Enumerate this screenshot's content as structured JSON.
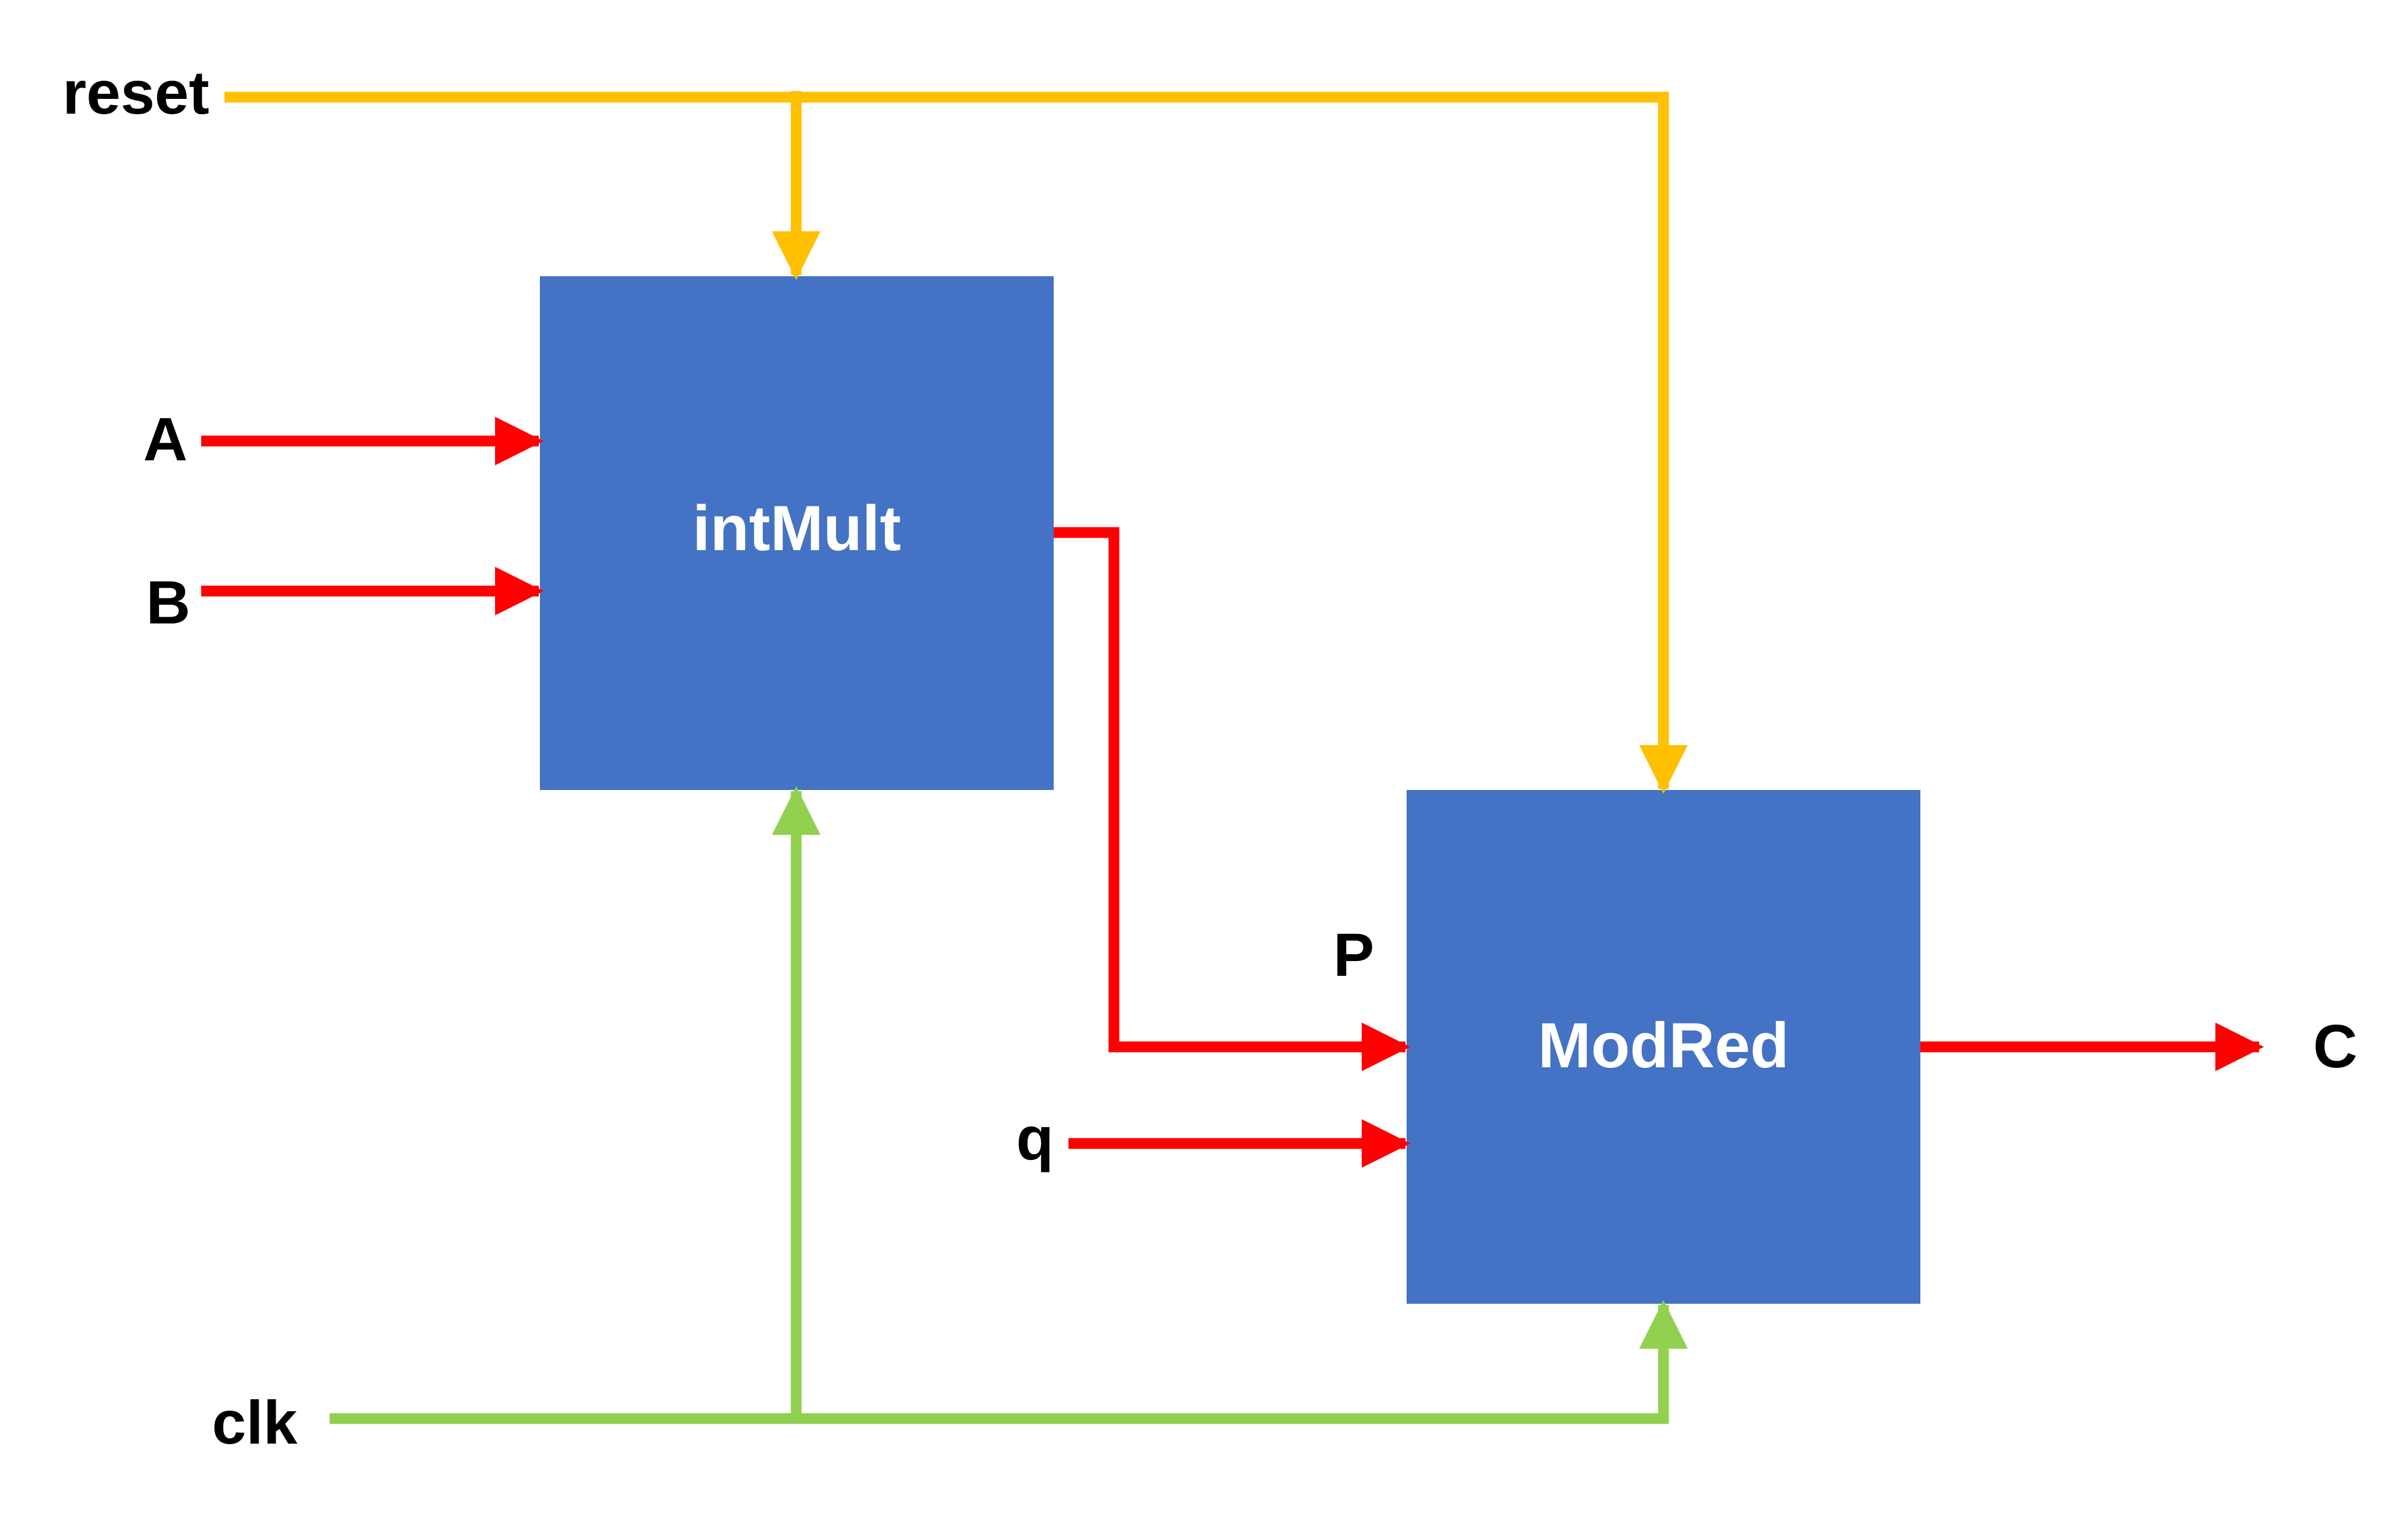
{
  "blocks": {
    "intmult": {
      "label": "intMult"
    },
    "modred": {
      "label": "ModRed"
    }
  },
  "signals": {
    "reset": "reset",
    "a": "A",
    "b": "B",
    "clk": "clk",
    "p": "P",
    "q": "q",
    "c": "C"
  },
  "colors": {
    "block_fill": "#4472C4",
    "data_signal": "#FF0000",
    "reset_signal": "#FFC000",
    "clock_signal": "#92D050",
    "text": "#000000",
    "block_text": "#FFFFFF"
  }
}
